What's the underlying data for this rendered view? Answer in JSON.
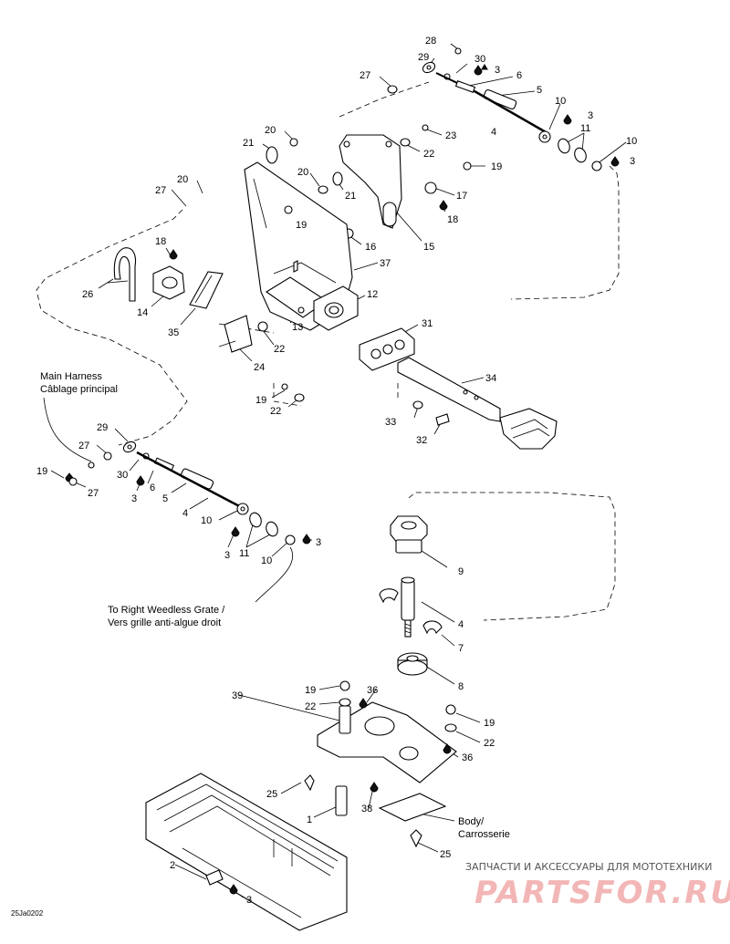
{
  "callouts": [
    {
      "id": "c28a",
      "text": "28"
    },
    {
      "id": "c29a",
      "text": "29"
    },
    {
      "id": "c30a",
      "text": "30"
    },
    {
      "id": "c3a",
      "text": "3"
    },
    {
      "id": "c6a",
      "text": "6"
    },
    {
      "id": "c5a",
      "text": "5"
    },
    {
      "id": "c27a",
      "text": "27"
    },
    {
      "id": "c10a",
      "text": "10"
    },
    {
      "id": "c3b",
      "text": "3"
    },
    {
      "id": "c4a",
      "text": "4"
    },
    {
      "id": "c11a",
      "text": "11"
    },
    {
      "id": "c10b",
      "text": "10"
    },
    {
      "id": "c3c",
      "text": "3"
    },
    {
      "id": "c20a",
      "text": "20"
    },
    {
      "id": "c23",
      "text": "23"
    },
    {
      "id": "c21a",
      "text": "21"
    },
    {
      "id": "c22a",
      "text": "22"
    },
    {
      "id": "c19a",
      "text": "19"
    },
    {
      "id": "c20b",
      "text": "20"
    },
    {
      "id": "c27b",
      "text": "27"
    },
    {
      "id": "c20c",
      "text": "20"
    },
    {
      "id": "c21b",
      "text": "21"
    },
    {
      "id": "c17",
      "text": "17"
    },
    {
      "id": "c19b",
      "text": "19"
    },
    {
      "id": "c18a",
      "text": "18"
    },
    {
      "id": "c16",
      "text": "16"
    },
    {
      "id": "c15",
      "text": "15"
    },
    {
      "id": "c18b",
      "text": "18"
    },
    {
      "id": "c37",
      "text": "37"
    },
    {
      "id": "c26",
      "text": "26"
    },
    {
      "id": "c14",
      "text": "14"
    },
    {
      "id": "c12",
      "text": "12"
    },
    {
      "id": "c13",
      "text": "13"
    },
    {
      "id": "c35",
      "text": "35"
    },
    {
      "id": "c22b",
      "text": "22"
    },
    {
      "id": "c31",
      "text": "31"
    },
    {
      "id": "c24",
      "text": "24"
    },
    {
      "id": "c34",
      "text": "34"
    },
    {
      "id": "c19c",
      "text": "19"
    },
    {
      "id": "c22c",
      "text": "22"
    },
    {
      "id": "c33",
      "text": "33"
    },
    {
      "id": "c32",
      "text": "32"
    },
    {
      "id": "c29b",
      "text": "29"
    },
    {
      "id": "c27c",
      "text": "27"
    },
    {
      "id": "c19d",
      "text": "19"
    },
    {
      "id": "c30b",
      "text": "30"
    },
    {
      "id": "c27d",
      "text": "27"
    },
    {
      "id": "c6b",
      "text": "6"
    },
    {
      "id": "c3d",
      "text": "3"
    },
    {
      "id": "c5b",
      "text": "5"
    },
    {
      "id": "c4b",
      "text": "4"
    },
    {
      "id": "c10c",
      "text": "10"
    },
    {
      "id": "c3e",
      "text": "3"
    },
    {
      "id": "c11b",
      "text": "11"
    },
    {
      "id": "c10d",
      "text": "10"
    },
    {
      "id": "c3f",
      "text": "3"
    },
    {
      "id": "c9",
      "text": "9"
    },
    {
      "id": "c4c",
      "text": "4"
    },
    {
      "id": "c7",
      "text": "7"
    },
    {
      "id": "c8",
      "text": "8"
    },
    {
      "id": "c39",
      "text": "39"
    },
    {
      "id": "c19e",
      "text": "19"
    },
    {
      "id": "c22d",
      "text": "22"
    },
    {
      "id": "c36a",
      "text": "36"
    },
    {
      "id": "c19f",
      "text": "19"
    },
    {
      "id": "c22e",
      "text": "22"
    },
    {
      "id": "c36b",
      "text": "36"
    },
    {
      "id": "c25a",
      "text": "25"
    },
    {
      "id": "c38",
      "text": "38"
    },
    {
      "id": "c1",
      "text": "1"
    },
    {
      "id": "c25b",
      "text": "25"
    },
    {
      "id": "c2",
      "text": "2"
    },
    {
      "id": "c3g",
      "text": "3"
    }
  ],
  "notes": {
    "main_harness_en": "Main Harness",
    "main_harness_fr": "Câblage principal",
    "grate_en": "To Right Weedless Grate /",
    "grate_fr": "Vers grille anti-algue droit",
    "body_en": "Body/",
    "body_fr": "Carrosserie"
  },
  "diagram_code": "25Ja0202",
  "watermark": {
    "line1": "ЗАПЧАСТИ И АКСЕССУАРЫ ДЛЯ МОТОТЕХНИКИ",
    "line2": "PARTSFOR.RU"
  }
}
